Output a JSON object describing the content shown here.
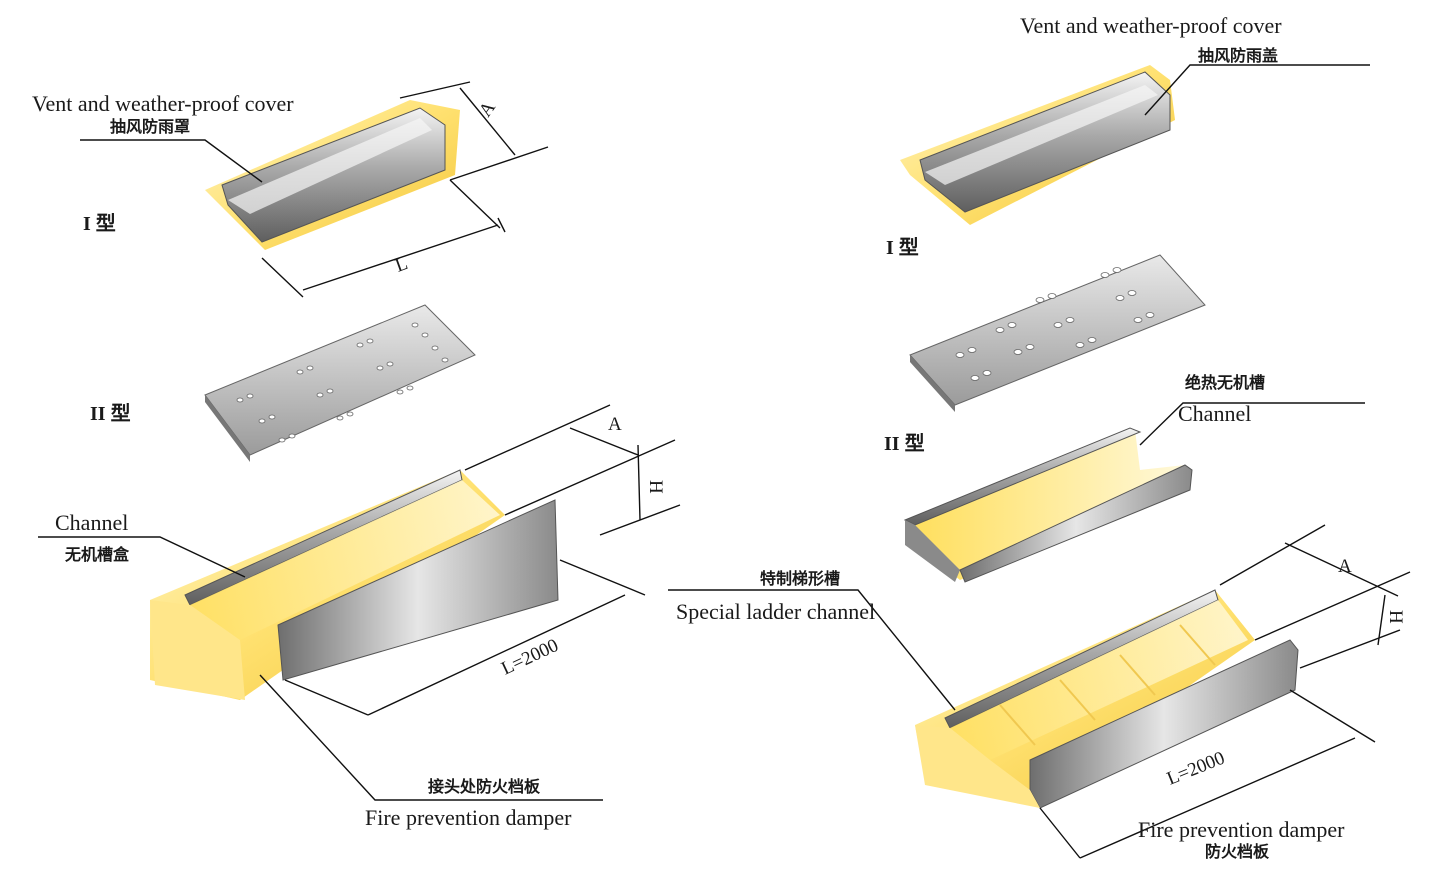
{
  "left": {
    "cover_label_en": "Vent and weather-proof cover",
    "cover_label_zh": "抽风防雨罩",
    "type1": "I 型",
    "type2": "II 型",
    "dim_a_top": "A",
    "dim_l": "L",
    "channel_label_en": "Channel",
    "channel_label_zh": "无机槽盒",
    "dim_a": "A",
    "dim_h": "H",
    "dim_length": "L=2000",
    "damper_label_zh": "接头处防火档板",
    "damper_label_en": "Fire prevention damper"
  },
  "right": {
    "cover_label_en": "Vent and weather-proof cover",
    "cover_label_zh": "抽风防雨盖",
    "type1": "I 型",
    "type2": "II 型",
    "channel_label_zh": "绝热无机槽",
    "channel_label_en": "Channel",
    "ladder_label_zh": "特制梯形槽",
    "ladder_label_en": "Special ladder channel",
    "dim_a": "A",
    "dim_h": "H",
    "dim_length": "L=2000",
    "damper_label_en": "Fire prevention damper",
    "damper_label_zh": "防火档板"
  }
}
